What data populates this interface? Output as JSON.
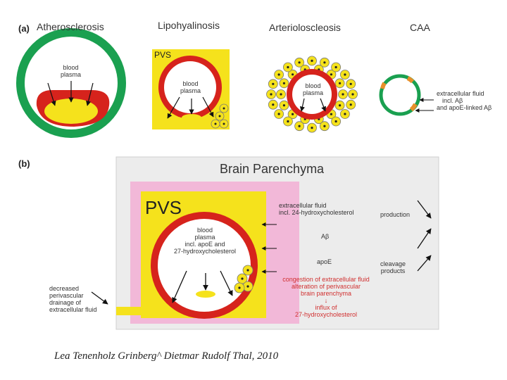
{
  "panel_a": {
    "label": "(a)",
    "atherosclerosis": {
      "title": "Atherosclerosis",
      "blood": "blood",
      "plasma": "plasma"
    },
    "lipohyalinosis": {
      "title": "Lipohyalinosis",
      "pvs": "PVS",
      "blood": "blood",
      "plasma": "plasma"
    },
    "arteriolosclerosis": {
      "title": "Arterioloscleosis",
      "blood": "blood",
      "plasma": "plasma"
    },
    "caa": {
      "title": "CAA",
      "note1": "extracellular fluid",
      "note2": "incl. Aβ",
      "note3": "and apoE-linked Aβ"
    }
  },
  "panel_b": {
    "label": "(b)",
    "title": "Brain Parenchyma",
    "pvs": "PVS",
    "vessel_text": [
      "blood",
      "plasma",
      "incl. apoE and",
      "27-hydroxycholesterol"
    ],
    "ecf": [
      "extracellular fluid",
      "incl. 24-hydroxycholesterol"
    ],
    "abeta": "Aβ",
    "apoe": "apoE",
    "production": "production",
    "cleavage": [
      "cleavage",
      "products"
    ],
    "congestion": [
      "congestion of extracellular fluid",
      "alteration of perivascular",
      "brain parenchyma"
    ],
    "down_arrow": "↓",
    "influx": [
      "influx of",
      "27-hydroxycholesterol"
    ],
    "drainage": [
      "decreased",
      "perivascular",
      "drainage of",
      "extracellular fluid"
    ]
  },
  "caption": "Lea Tenenholz Grinberg^ Dietmar Rudolf Thal, 2010",
  "colors": {
    "green": "#1aa050",
    "red": "#d6231c",
    "yellow": "#f5e21c",
    "pink": "#f2b8d8",
    "gray": "#ececec"
  }
}
